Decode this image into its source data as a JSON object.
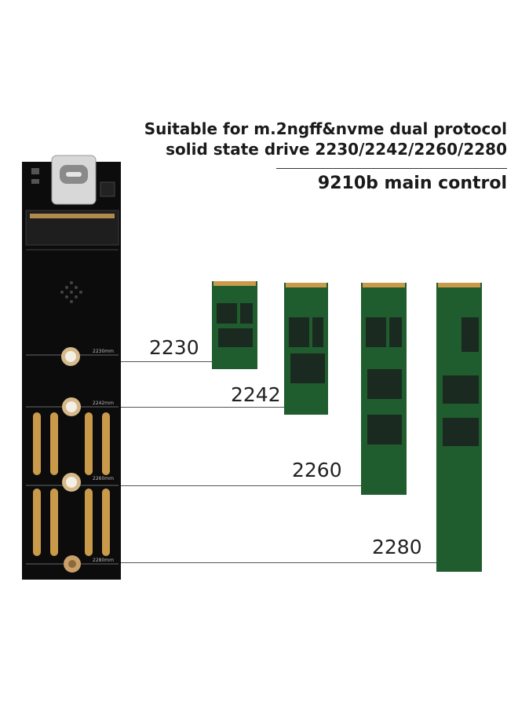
{
  "header": {
    "line1": "Suitable for m.2ngff&nvme dual protocol",
    "line2": "solid state drive 2230/2242/2260/2280",
    "line3": "9210b main control"
  },
  "sizes": [
    {
      "label": "2230",
      "silk": "2230mm"
    },
    {
      "label": "2242",
      "silk": "2242mm"
    },
    {
      "label": "2260",
      "silk": "2260mm"
    },
    {
      "label": "2280",
      "silk": "2280mm"
    }
  ],
  "colors": {
    "pcb": "#0c0c0c",
    "ssd_green": "#1f5c2e",
    "chip": "#1b2a20",
    "gold": "#c99a4a"
  }
}
